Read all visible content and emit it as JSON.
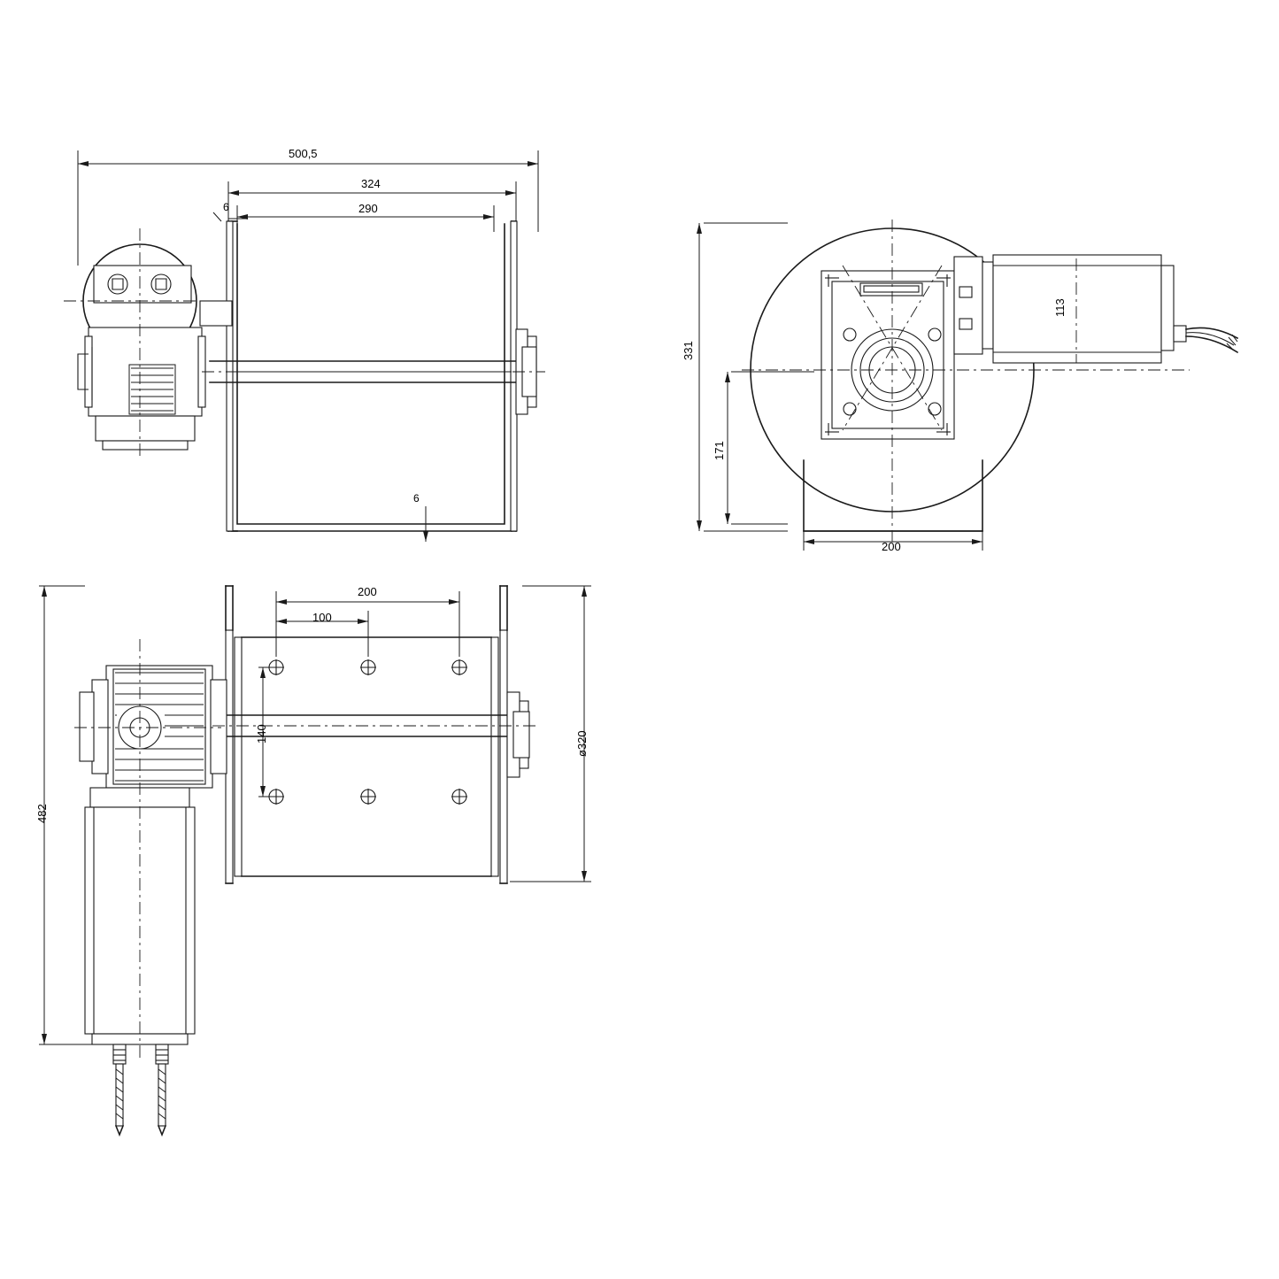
{
  "drawing": {
    "title": "centrifugal-blower-technical-drawing",
    "sheet_background": "#ffffff",
    "line_color": "#1a1a1a",
    "units": "mm",
    "views": [
      {
        "name": "top-view",
        "label": ""
      },
      {
        "name": "front-view",
        "label": ""
      },
      {
        "name": "side-view",
        "label": ""
      }
    ]
  },
  "dimensions": {
    "top_view": {
      "overall_length": "500,5",
      "drum_outer": "324",
      "drum_inner": "290",
      "flange_thickness_left": "6",
      "flange_thickness_bottom": "6"
    },
    "front_view": {
      "height": "331",
      "inlet_height": "171",
      "base_width": "200",
      "motor_dia": "113"
    },
    "side_view": {
      "bolt_span": "200",
      "bolt_half_span": "100",
      "bolt_rows": "140",
      "overall_height": "482",
      "drum_diameter": "ø320"
    }
  },
  "labels": {
    "d500": "500,5",
    "d324": "324",
    "d290": "290",
    "d6a": "6",
    "d6b": "6",
    "d331": "331",
    "d171": "171",
    "d200a": "200",
    "d113": "113",
    "d200b": "200",
    "d100": "100",
    "d140": "140",
    "d482": "482",
    "d320": "ø320"
  }
}
